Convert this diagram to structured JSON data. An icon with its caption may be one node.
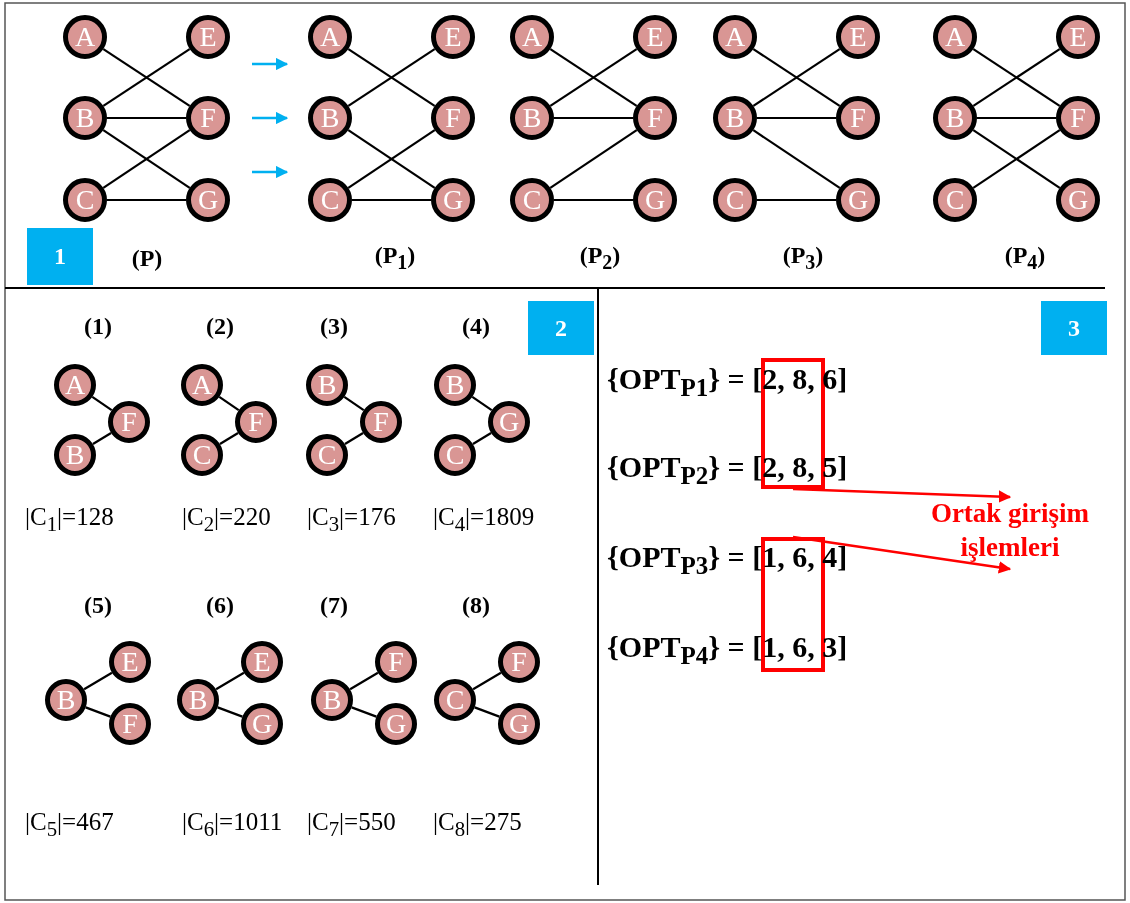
{
  "diagram": {
    "nodes": [
      {
        "text": [
          "A"
        ]
      },
      {
        "text": [
          "E"
        ]
      },
      {
        "text": [
          "B"
        ]
      },
      {
        "text": [
          "F"
        ]
      },
      {
        "text": [
          "C"
        ]
      },
      {
        "text": [
          "G"
        ]
      },
      {
        "text": [
          "A"
        ]
      },
      {
        "text": [
          "E"
        ]
      },
      {
        "text": [
          "B"
        ]
      },
      {
        "text": [
          "F"
        ]
      },
      {
        "text": [
          "C"
        ]
      },
      {
        "text": [
          "G"
        ]
      },
      {
        "text": [
          "A"
        ]
      },
      {
        "text": [
          "E"
        ]
      },
      {
        "text": [
          "B"
        ]
      },
      {
        "text": [
          "F"
        ]
      },
      {
        "text": [
          "C"
        ]
      },
      {
        "text": [
          "G"
        ]
      },
      {
        "text": [
          "A"
        ]
      },
      {
        "text": [
          "E"
        ]
      },
      {
        "text": [
          "B"
        ]
      },
      {
        "text": [
          "F"
        ]
      },
      {
        "text": [
          "C"
        ]
      },
      {
        "text": [
          "G"
        ]
      },
      {
        "text": [
          "A"
        ]
      },
      {
        "text": [
          "E"
        ]
      },
      {
        "text": [
          "B"
        ]
      },
      {
        "text": [
          "F"
        ]
      },
      {
        "text": [
          "C"
        ]
      },
      {
        "text": [
          "G"
        ]
      },
      {
        "text": [
          "A"
        ]
      },
      {
        "text": [
          "F"
        ]
      },
      {
        "text": [
          "B"
        ]
      },
      {
        "text": [
          "A"
        ]
      },
      {
        "text": [
          "F"
        ]
      },
      {
        "text": [
          "C"
        ]
      },
      {
        "text": [
          "B"
        ]
      },
      {
        "text": [
          "F"
        ]
      },
      {
        "text": [
          "C"
        ]
      },
      {
        "text": [
          "B"
        ]
      },
      {
        "text": [
          "G"
        ]
      },
      {
        "text": [
          "C"
        ]
      },
      {
        "text": [
          "E"
        ]
      },
      {
        "text": [
          "B"
        ]
      },
      {
        "text": [
          "F"
        ]
      },
      {
        "text": [
          "E"
        ]
      },
      {
        "text": [
          "B"
        ]
      },
      {
        "text": [
          "G"
        ]
      },
      {
        "text": [
          "F"
        ]
      },
      {
        "text": [
          "B"
        ]
      },
      {
        "text": [
          "G"
        ]
      },
      {
        "text": [
          "F"
        ]
      },
      {
        "text": [
          "C"
        ]
      },
      {
        "text": [
          "G"
        ]
      },
      {
        "text": [
          "1"
        ]
      },
      {
        "text": [
          "2"
        ]
      },
      {
        "text": [
          "3"
        ]
      },
      {
        "text": [],
        "shape": "box"
      },
      {
        "text": [],
        "shape": "box"
      },
      {
        "text": [
          "Ortak girişim işlemleri"
        ]
      }
    ],
    "edges": [
      {
        "from": 0,
        "to": 3,
        "arrow": "none"
      },
      {
        "from": 2,
        "to": 1,
        "arrow": "none"
      },
      {
        "from": 2,
        "to": 3,
        "arrow": "none"
      },
      {
        "from": 2,
        "to": 5,
        "arrow": "none"
      },
      {
        "from": 4,
        "to": 3,
        "arrow": "none"
      },
      {
        "from": 4,
        "to": 5,
        "arrow": "none"
      },
      {
        "from": 6,
        "to": 9,
        "arrow": "none"
      },
      {
        "from": 8,
        "to": 7,
        "arrow": "none"
      },
      {
        "from": 8,
        "to": 11,
        "arrow": "none"
      },
      {
        "from": 10,
        "to": 9,
        "arrow": "none"
      },
      {
        "from": 10,
        "to": 11,
        "arrow": "none"
      },
      {
        "from": 12,
        "to": 15,
        "arrow": "none"
      },
      {
        "from": 14,
        "to": 13,
        "arrow": "none"
      },
      {
        "from": 14,
        "to": 15,
        "arrow": "none"
      },
      {
        "from": 16,
        "to": 15,
        "arrow": "none"
      },
      {
        "from": 16,
        "to": 17,
        "arrow": "none"
      },
      {
        "from": 18,
        "to": 21,
        "arrow": "none"
      },
      {
        "from": 20,
        "to": 19,
        "arrow": "none"
      },
      {
        "from": 20,
        "to": 21,
        "arrow": "none"
      },
      {
        "from": 20,
        "to": 23,
        "arrow": "none"
      },
      {
        "from": 22,
        "to": 23,
        "arrow": "none"
      },
      {
        "from": 24,
        "to": 27,
        "arrow": "none"
      },
      {
        "from": 26,
        "to": 25,
        "arrow": "none"
      },
      {
        "from": 26,
        "to": 27,
        "arrow": "none"
      },
      {
        "from": 26,
        "to": 29,
        "arrow": "none"
      },
      {
        "from": 28,
        "to": 27,
        "arrow": "none"
      },
      {
        "from": 30,
        "to": 31,
        "arrow": "none"
      },
      {
        "from": 32,
        "to": 31,
        "arrow": "none"
      },
      {
        "from": 33,
        "to": 34,
        "arrow": "none"
      },
      {
        "from": 35,
        "to": 34,
        "arrow": "none"
      },
      {
        "from": 36,
        "to": 37,
        "arrow": "none"
      },
      {
        "from": 38,
        "to": 37,
        "arrow": "none"
      },
      {
        "from": 39,
        "to": 40,
        "arrow": "none"
      },
      {
        "from": 41,
        "to": 40,
        "arrow": "none"
      },
      {
        "from": 43,
        "to": 42,
        "arrow": "none"
      },
      {
        "from": 43,
        "to": 44,
        "arrow": "none"
      },
      {
        "from": 46,
        "to": 45,
        "arrow": "none"
      },
      {
        "from": 46,
        "to": 47,
        "arrow": "none"
      },
      {
        "from": 49,
        "to": 48,
        "arrow": "none"
      },
      {
        "from": 49,
        "to": 50,
        "arrow": "none"
      },
      {
        "from": 52,
        "to": 51,
        "arrow": "none"
      },
      {
        "from": 52,
        "to": 53,
        "arrow": "none"
      },
      {
        "from": 57,
        "to": 59,
        "arrow": "to",
        "color": "#ff0000"
      },
      {
        "from": 58,
        "to": 59,
        "arrow": "to",
        "color": "#ff0000"
      }
    ],
    "labels": [
      "(P)",
      "(P$_{1}$)",
      "(P$_{2}$)",
      "(P$_{3}$)",
      "(P$_{4}$)",
      "(1)",
      "(2)",
      "(3)",
      "(4)",
      "|C$_{1}$|=128",
      "|C$_{2}$|=220",
      "|C$_{3}$|=176",
      "|C$_{4}$|=1809",
      "(5)",
      "(6)",
      "(7)",
      "(8)",
      "|C$_{5}$|=467",
      "|C$_{6}$|=1011",
      "|C$_{7}$|=550",
      "|C$_{8}$|=275",
      "{OPT$_{P1}$} = [2, 8, 6]",
      "{OPT$_{P2}$} = [2, 8, 5]",
      "{OPT$_{P3}$} = [1, 6, 4]",
      "{OPT$_{P4}$} = [1, 6, 3]"
    ]
  }
}
